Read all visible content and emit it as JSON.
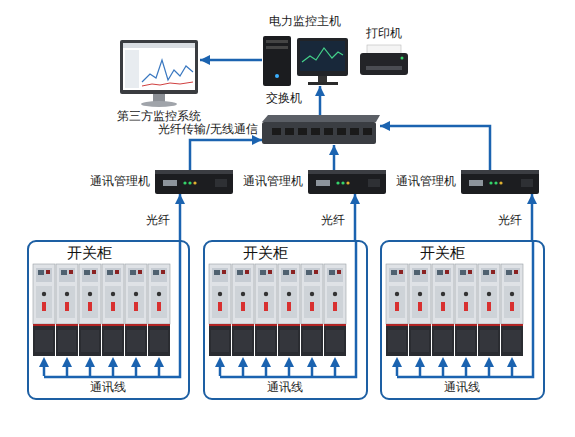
{
  "diagram": {
    "nodes": [
      {
        "text": [
          "电力监控主机"
        ]
      },
      {
        "text": [
          "打印机"
        ]
      },
      {
        "text": [
          "第三方监控系统"
        ]
      },
      {
        "text": [
          "交换机"
        ]
      },
      {
        "text": [
          "通讯管理机"
        ]
      },
      {
        "text": [
          "通讯管理机"
        ]
      },
      {
        "text": [
          "通讯管理机"
        ]
      },
      {
        "text": [
          "开关柜"
        ]
      },
      {
        "text": [
          "开关柜"
        ]
      },
      {
        "text": [
          "开关柜"
        ]
      }
    ],
    "edges": [
      {
        "from": 0,
        "to": 2,
        "arrow": "to"
      },
      {
        "from": 3,
        "to": 0,
        "arrow": "to"
      },
      {
        "from": 4,
        "to": 3,
        "arrow": "to",
        "label": "光纤传输/无线通信"
      },
      {
        "from": 5,
        "to": 3,
        "arrow": "to"
      },
      {
        "from": 6,
        "to": 3,
        "arrow": "to"
      },
      {
        "from": 7,
        "to": 4,
        "arrow": "to",
        "label": "光纤"
      },
      {
        "from": 8,
        "to": 5,
        "arrow": "to",
        "label": "光纤"
      },
      {
        "from": 9,
        "to": 6,
        "arrow": "to",
        "label": "光纤"
      }
    ],
    "labels": [
      "通讯线",
      "通讯线",
      "通讯线"
    ]
  }
}
